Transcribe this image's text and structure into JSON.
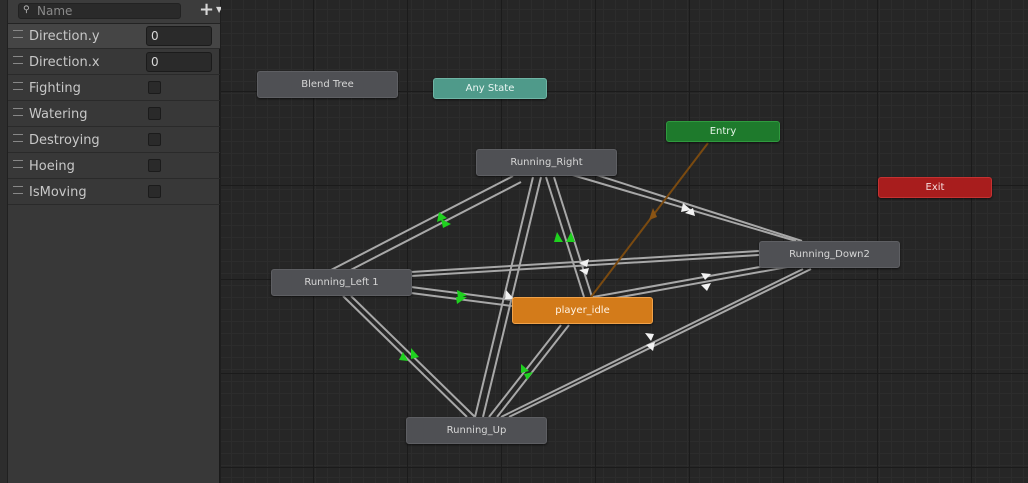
{
  "params_panel": {
    "search_placeholder": "Name",
    "parameters": [
      {
        "name": "Direction.y",
        "type": "float",
        "value": "0",
        "selected": true
      },
      {
        "name": "Direction.x",
        "type": "float",
        "value": "0"
      },
      {
        "name": "Fighting",
        "type": "bool",
        "checked": false
      },
      {
        "name": "Watering",
        "type": "bool",
        "checked": false
      },
      {
        "name": "Destroying",
        "type": "bool",
        "checked": false
      },
      {
        "name": "Hoeing",
        "type": "bool",
        "checked": false
      },
      {
        "name": "IsMoving",
        "type": "bool",
        "checked": false
      }
    ]
  },
  "graph": {
    "states": {
      "blend_tree": "Blend Tree",
      "any_state": "Any State",
      "entry": "Entry",
      "exit": "Exit",
      "running_right": "Running_Right",
      "running_down2": "Running_Down2",
      "running_left": "Running_Left 1",
      "player_idle": "player_idle",
      "running_up": "Running_Up"
    },
    "colors": {
      "default_state": "#d37b1a",
      "entry": "#1e7a2c",
      "exit": "#a81d1d",
      "any_state": "#4f9a8a",
      "selected_transition_arrow": "#1fd11f",
      "transition_line": "#a8a8a8",
      "entry_transition": "#7a4a10"
    }
  }
}
